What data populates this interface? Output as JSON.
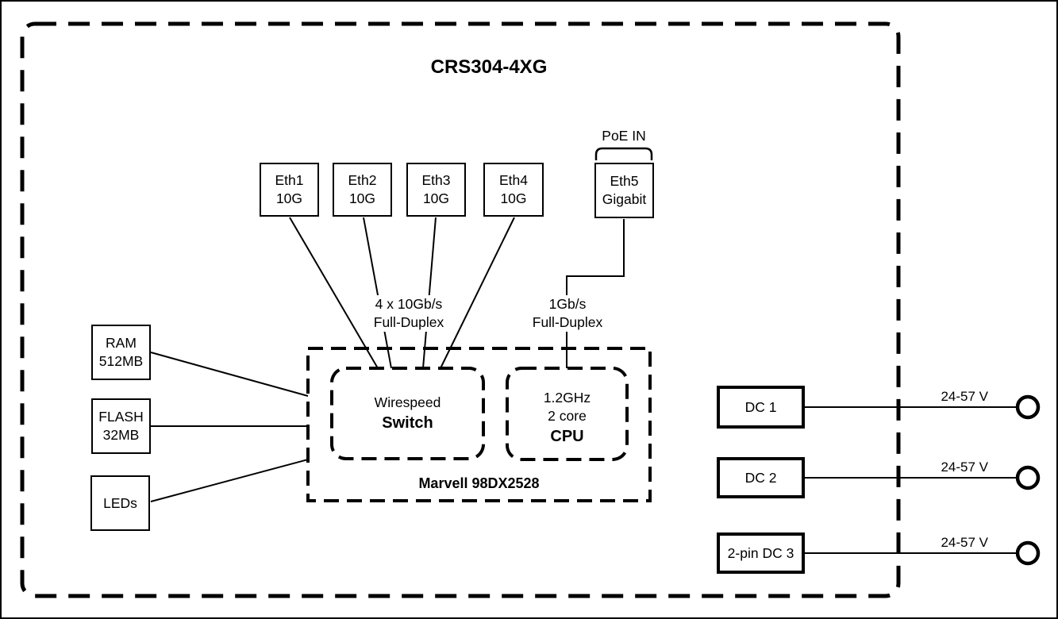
{
  "device": {
    "title": "CRS304-4XG"
  },
  "ports": [
    {
      "name": "Eth1",
      "speed": "10G"
    },
    {
      "name": "Eth2",
      "speed": "10G"
    },
    {
      "name": "Eth3",
      "speed": "10G"
    },
    {
      "name": "Eth4",
      "speed": "10G"
    },
    {
      "name": "Eth5",
      "speed": "Gigabit"
    }
  ],
  "poe": {
    "label": "PoE IN"
  },
  "buses": {
    "switch_bus": {
      "line1": "4 x 10Gb/s",
      "line2": "Full-Duplex"
    },
    "cpu_bus": {
      "line1": "1Gb/s",
      "line2": "Full-Duplex"
    }
  },
  "soc": {
    "label": "Marvell 98DX2528",
    "switch_block": {
      "line1": "Wirespeed",
      "line2": "Switch"
    },
    "cpu_block": {
      "line1": "1.2GHz",
      "line2": "2 core",
      "line3": "CPU"
    }
  },
  "peripherals": [
    {
      "line1": "RAM",
      "line2": "512MB"
    },
    {
      "line1": "FLASH",
      "line2": "32MB"
    },
    {
      "line1": "LEDs",
      "line2": ""
    }
  ],
  "power_inputs": [
    {
      "label": "DC 1",
      "voltage": "24-57 V"
    },
    {
      "label": "DC 2",
      "voltage": "24-57 V"
    },
    {
      "label": "2-pin DC 3",
      "voltage": "24-57 V"
    }
  ],
  "colors": {
    "foreground": "#000000",
    "background": "#ffffff"
  }
}
